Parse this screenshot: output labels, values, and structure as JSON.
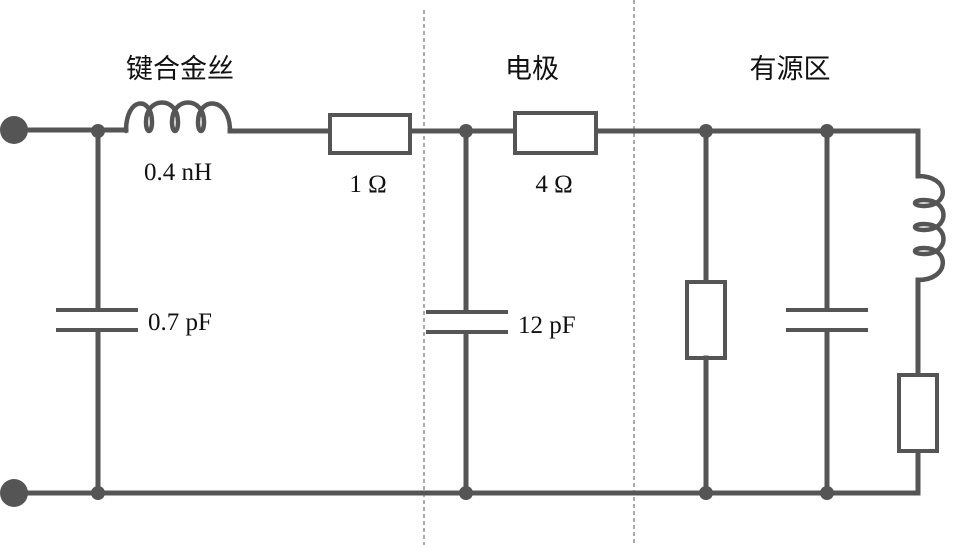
{
  "sections": {
    "bonding_wire": "键合金丝",
    "electrode": "电极",
    "active_region": "有源区"
  },
  "components": {
    "wire_inductance": "0.4 nH",
    "wire_resistance": "1 Ω",
    "electrode_resistance": "4 Ω",
    "pad_capacitance": "0.7 pF",
    "electrode_capacitance": "12 pF"
  }
}
